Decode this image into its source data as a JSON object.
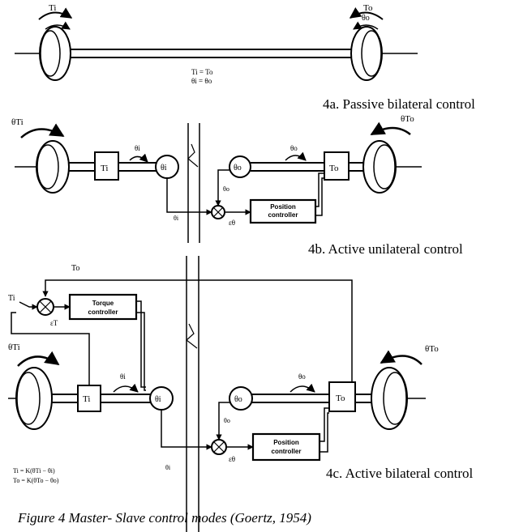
{
  "diagrams": {
    "a": {
      "caption": "4a. Passive bilateral control",
      "left_label": "Ti",
      "right_label": "To",
      "right_label2": "θo",
      "eq1": "Ti = To",
      "eq2": "θi = θo"
    },
    "b": {
      "caption": "4b. Active unilateral control",
      "theta_Ti": "θTi",
      "theta_To": "θTo",
      "Ti": "Ti",
      "To": "To",
      "theta_i_arrow": "θi",
      "theta_i_circle": "θi",
      "theta_o_circle": "θo",
      "theta_o_arrow": "θo",
      "theta_o_small": "θo",
      "theta_i_small": "θi",
      "error": "εθ",
      "position_controller_1": "Position",
      "position_controller_2": "controller"
    },
    "c": {
      "caption": "4c. Active bilateral control",
      "To_top": "To",
      "Ti_in": "Ti",
      "torque_controller_1": "Torque",
      "torque_controller_2": "controller",
      "error_T": "εT",
      "theta_Ti": "θTi",
      "theta_To": "θTo",
      "Ti": "Ti",
      "To": "To",
      "theta_i_arrow": "θi",
      "theta_i_circle": "θi",
      "theta_o_circle": "θo",
      "theta_o_arrow": "θo",
      "theta_o_small": "θo",
      "theta_i_small": "θi",
      "error_theta": "εθ",
      "position_controller_1": "Position",
      "position_controller_2": "controller",
      "formula1": "Ti = K(θTi − θi)",
      "formula2": "To = K(θTo − θo)"
    }
  },
  "figure_caption": "Figure 4  Master- Slave control modes (Goertz, 1954)"
}
